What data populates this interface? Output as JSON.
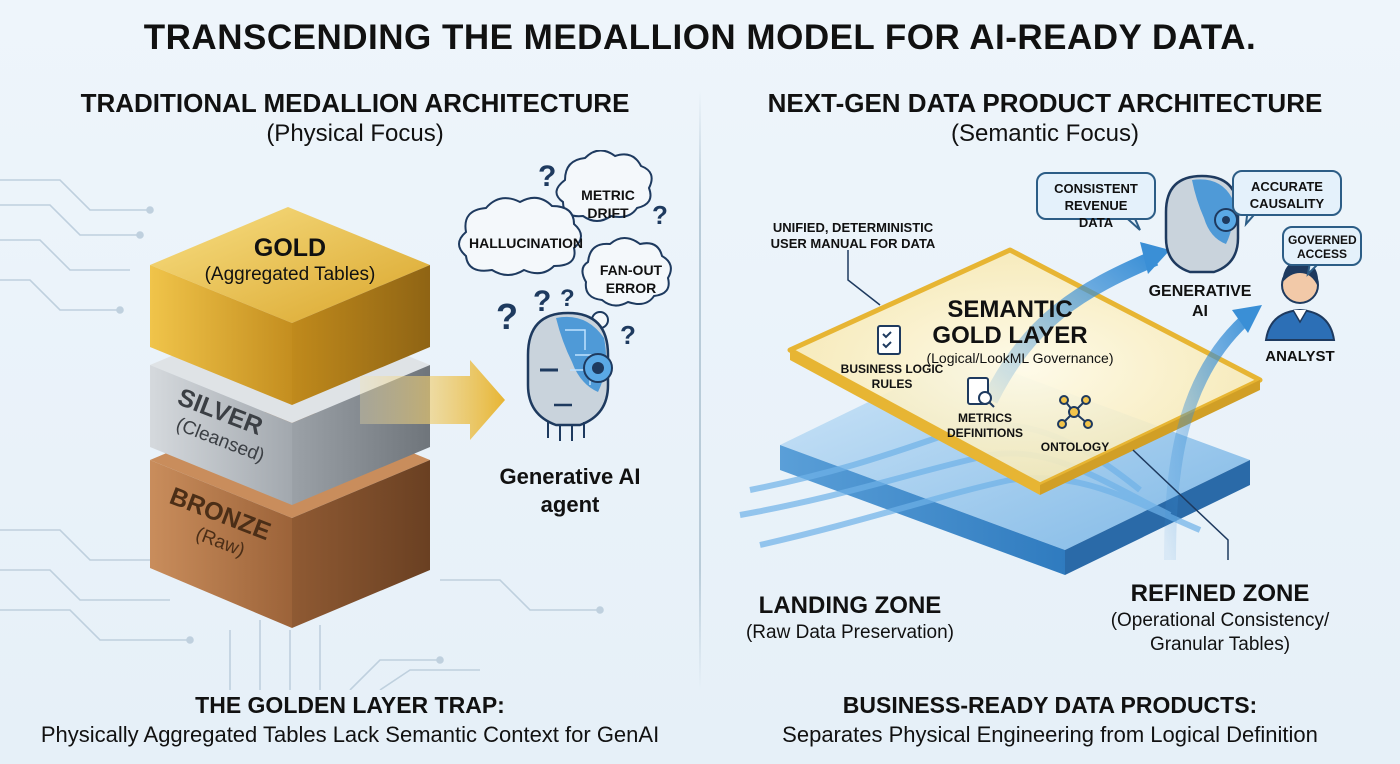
{
  "title": "TRANSCENDING THE MEDALLION MODEL FOR AI-READY DATA.",
  "left": {
    "heading": "TRADITIONAL MEDALLION ARCHITECTURE",
    "subheading": "(Physical Focus)",
    "layers": [
      {
        "name": "GOLD",
        "desc": "(Aggregated Tables)"
      },
      {
        "name": "SILVER",
        "desc": "(Cleansed)"
      },
      {
        "name": "BRONZE",
        "desc": "(Raw)"
      }
    ],
    "clouds": {
      "metric_drift": "METRIC DRIFT",
      "hallucination": "HALLUCINATION",
      "fan_out": "FAN-OUT ERROR"
    },
    "question_mark": "?",
    "agent_label_1": "Generative AI",
    "agent_label_2": "agent",
    "footer_title": "THE GOLDEN LAYER TRAP:",
    "footer_sub": "Physically Aggregated Tables Lack Semantic Context for GenAI"
  },
  "right": {
    "heading": "NEXT-GEN DATA PRODUCT ARCHITECTURE",
    "subheading": "(Semantic Focus)",
    "callout_1": "UNIFIED, DETERMINISTIC",
    "callout_2": "USER MANUAL FOR DATA",
    "semantic_1": "SEMANTIC",
    "semantic_2": "GOLD LAYER",
    "semantic_sub": "(Logical/LookML Governance)",
    "business_logic_1": "BUSINESS LOGIC",
    "business_logic_2": "RULES",
    "metrics_1": "METRICS",
    "metrics_2": "DEFINITIONS",
    "ontology": "ONTOLOGY",
    "bubble_revenue_1": "CONSISTENT",
    "bubble_revenue_2": "REVENUE DATA",
    "bubble_causality_1": "ACCURATE",
    "bubble_causality_2": "CAUSALITY",
    "bubble_access_1": "GOVERNED",
    "bubble_access_2": "ACCESS",
    "gen_ai_1": "GENERATIVE",
    "gen_ai_2": "AI",
    "analyst": "ANALYST",
    "landing_title": "LANDING ZONE",
    "landing_sub": "(Raw Data Preservation)",
    "refined_title": "REFINED ZONE",
    "refined_sub_1": "(Operational Consistency/",
    "refined_sub_2": "Granular Tables)",
    "footer_title": "BUSINESS-READY DATA PRODUCTS:",
    "footer_sub": "Separates Physical Engineering from Logical Definition"
  },
  "colors": {
    "gold": "#e2b33a",
    "silver": "#b9bec4",
    "bronze": "#b8794a",
    "accent_blue": "#3a8fd6",
    "navy": "#1e3a5f"
  }
}
